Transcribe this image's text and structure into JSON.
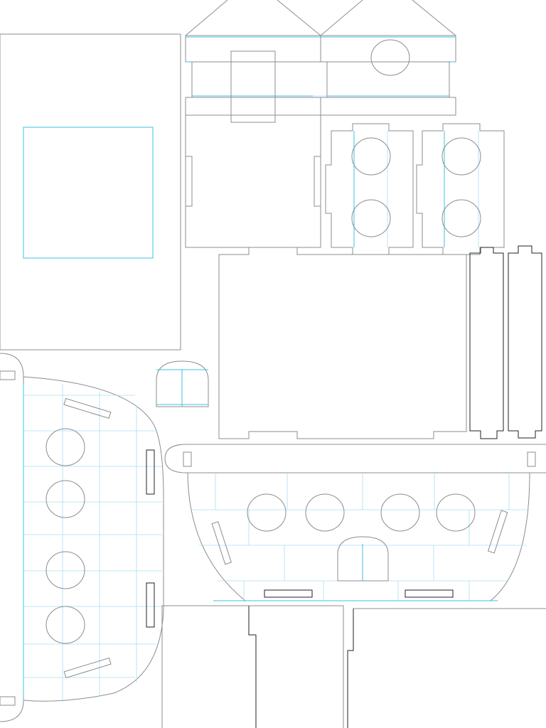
{
  "document": {
    "type": "laser-cut template",
    "printed_text": []
  },
  "colors": {
    "cut_line": "#8c8c8c",
    "cut_line_dark": "#222222",
    "score_line": "#3cc0e0",
    "score_line_light": "#a9dff0",
    "background": "#ffffff"
  },
  "parts": [
    {
      "id": "roof-gable-front",
      "role": "roof section with gable peaks"
    },
    {
      "id": "wall-panel-large",
      "role": "large wall panel with square window"
    },
    {
      "id": "wall-panel-door",
      "role": "wall panel with slotted top"
    },
    {
      "id": "window-panel-double-left",
      "role": "tabbed panel with two round windows"
    },
    {
      "id": "window-panel-double-right",
      "role": "tabbed panel with two round windows"
    },
    {
      "id": "base-panel",
      "role": "base rectangle with tabs"
    },
    {
      "id": "strip-left",
      "role": "vertical tabbed strip"
    },
    {
      "id": "strip-right",
      "role": "vertical tabbed strip"
    },
    {
      "id": "small-arch-door",
      "role": "small arched door piece"
    },
    {
      "id": "hull-side-vertical",
      "role": "curved hull side with four round windows"
    },
    {
      "id": "hull-side-horizontal",
      "role": "curved hull side with four round windows and arched door"
    },
    {
      "id": "panel-bottom-middle",
      "role": "tabbed panel"
    },
    {
      "id": "panel-bottom-right",
      "role": "tabbed panel"
    }
  ]
}
